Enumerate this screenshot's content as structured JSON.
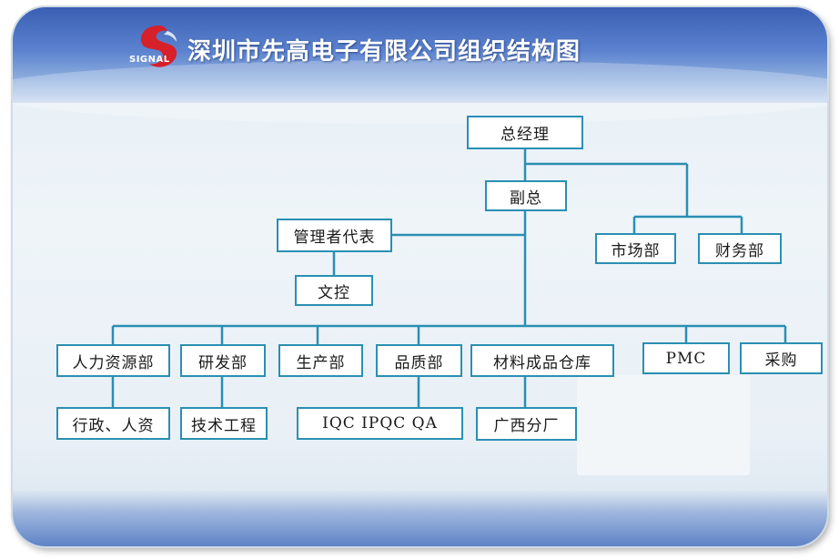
{
  "header": {
    "title": "深圳市先高电子有限公司组织结构图",
    "logo_text": "SIGNAL"
  },
  "colors": {
    "line": "#2a8fb3",
    "header": "#3a5fb3",
    "logo_red": "#d6202a"
  },
  "org": {
    "general_manager": "总经理",
    "deputy": "副总",
    "mgmt_rep": "管理者代表",
    "doc_control": "文控",
    "marketing": "市场部",
    "finance": "财务部",
    "hr": "人力资源部",
    "rnd": "研发部",
    "production": "生产部",
    "quality": "品质部",
    "warehouse": "材料成品仓库",
    "pmc": "PMC",
    "purchasing": "采购",
    "admin_hr": "行政、人资",
    "tech_eng": "技术工程",
    "qc": "IQC IPQC QA",
    "guangxi": "广西分厂"
  }
}
